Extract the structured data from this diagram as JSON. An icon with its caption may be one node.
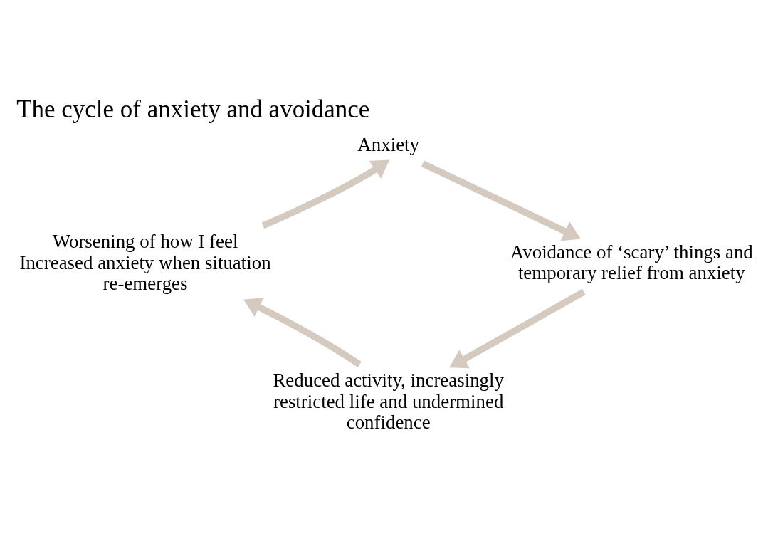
{
  "diagram": {
    "title": "The cycle of anxiety and avoidance",
    "nodes": [
      {
        "text": [
          "Anxiety"
        ]
      },
      {
        "text": [
          "Avoidance of ‘scary’ things and temporary relief from anxiety"
        ]
      },
      {
        "text": [
          "Reduced activity, increasingly restricted life and undermined confidence"
        ]
      },
      {
        "text": [
          "Worsening of how I feel",
          "Increased anxiety when situation re-emerges"
        ]
      }
    ],
    "edges": [
      {
        "from": 0,
        "to": 1,
        "arrow": "to"
      },
      {
        "from": 1,
        "to": 2,
        "arrow": "to"
      },
      {
        "from": 2,
        "to": 3,
        "arrow": "to"
      },
      {
        "from": 3,
        "to": 0,
        "arrow": "to"
      }
    ]
  }
}
